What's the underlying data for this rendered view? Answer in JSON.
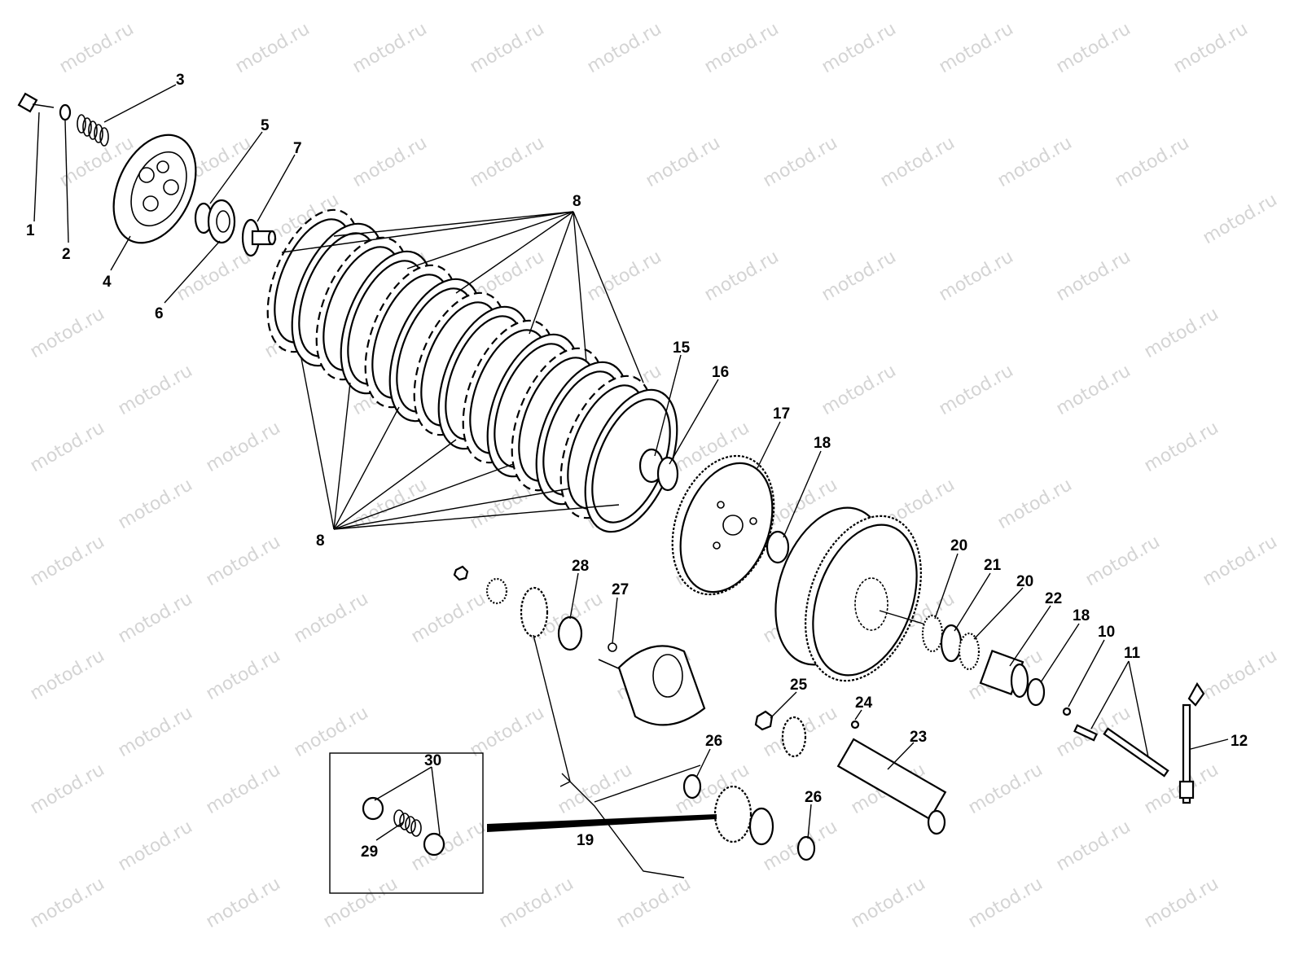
{
  "watermark": "motod.ru",
  "callouts": {
    "c1": "1",
    "c2": "2",
    "c3": "3",
    "c4": "4",
    "c5": "5",
    "c6": "6",
    "c7": "7",
    "c8a": "8",
    "c8b": "8",
    "c10": "10",
    "c11": "11",
    "c12": "12",
    "c15": "15",
    "c16": "16",
    "c17": "17",
    "c18a": "18",
    "c18b": "18",
    "c19": "19",
    "c20a": "20",
    "c20b": "20",
    "c21": "21",
    "c22": "22",
    "c23": "23",
    "c24": "24",
    "c25": "25",
    "c26a": "26",
    "c26b": "26",
    "c27": "27",
    "c28": "28",
    "c29": "29",
    "c30": "30"
  },
  "colors": {
    "lines": "#000000",
    "watermark": "#d4d4d4",
    "background": "#ffffff"
  }
}
